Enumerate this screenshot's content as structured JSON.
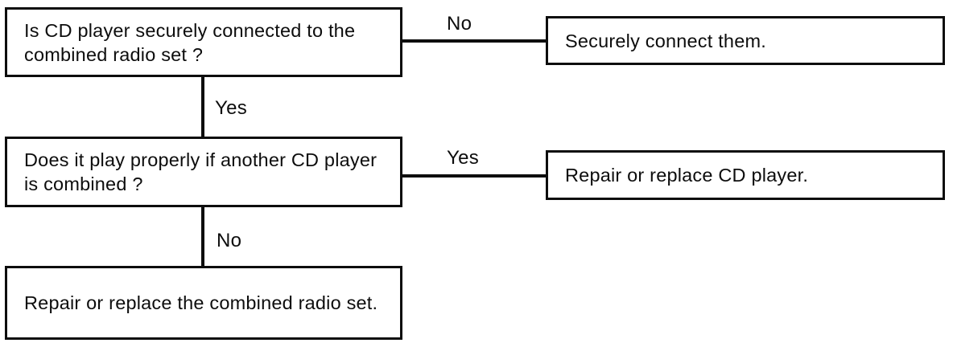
{
  "flowchart": {
    "nodes": {
      "q1": {
        "text": "Is CD player securely connected to the combined radio set ?"
      },
      "a1": {
        "text": "Securely connect them."
      },
      "q2": {
        "text": "Does it play properly if another CD player is combined ?"
      },
      "a2": {
        "text": "Repair or replace CD player."
      },
      "a3": {
        "text": "Repair or replace the combined radio set."
      }
    },
    "edge_labels": {
      "q1_no": "No",
      "q1_yes": "Yes",
      "q2_yes": "Yes",
      "q2_no": "No"
    },
    "colors": {
      "line": "#0d0d0d",
      "text": "#0d0d0d",
      "background": "#ffffff"
    }
  }
}
